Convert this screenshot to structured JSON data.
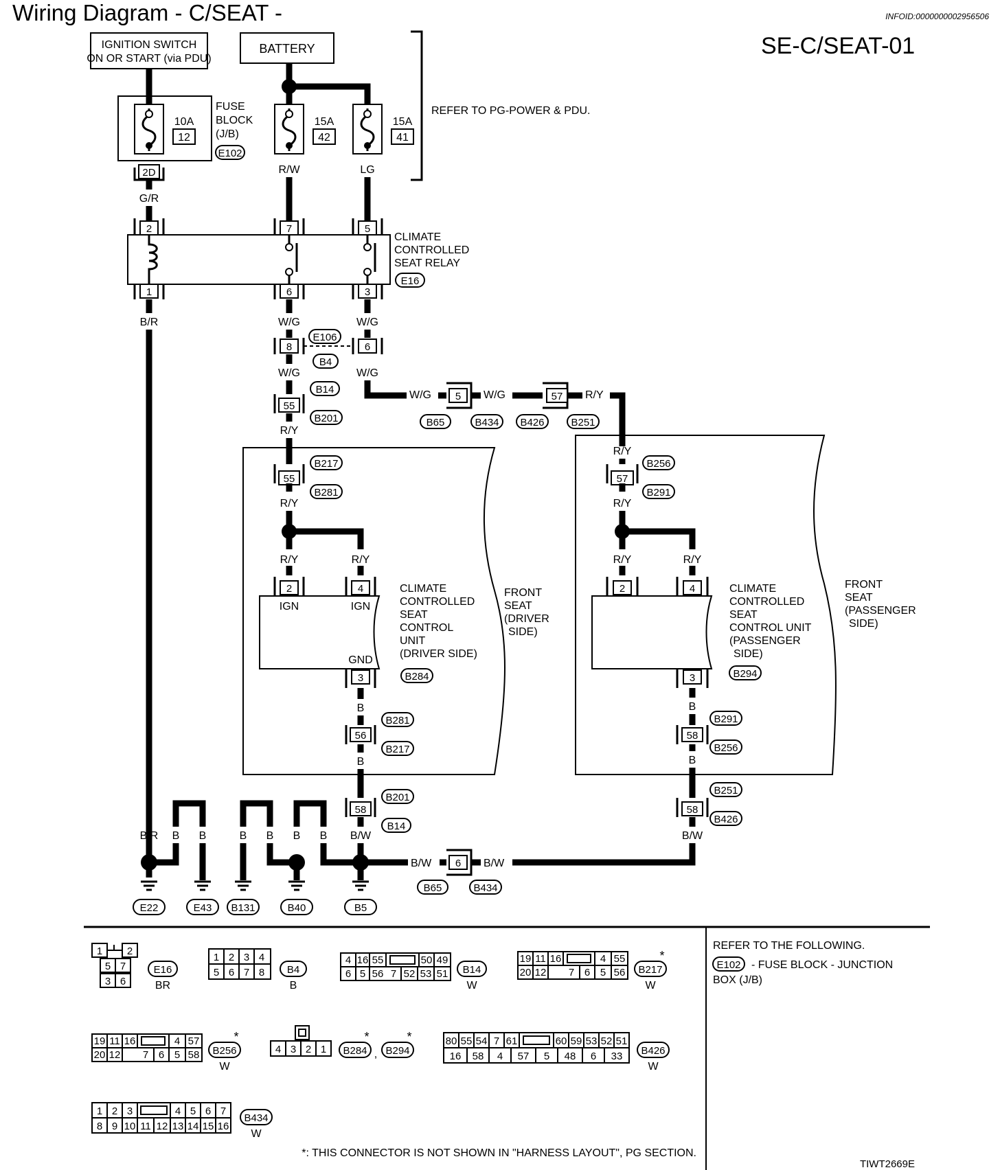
{
  "header": {
    "title": "Wiring Diagram - C/SEAT -",
    "info_id": "INFOID:0000000002956506",
    "diagram_code": "SE-C/SEAT-01",
    "image_code": "TIWT2669E"
  },
  "power": {
    "ignition_l1": "IGNITION SWITCH",
    "ignition_l2": "ON OR START (via PDU)",
    "battery": "BATTERY",
    "refer": "REFER TO PG-POWER & PDU."
  },
  "fuse_block": {
    "l1": "FUSE",
    "l2": "BLOCK",
    "l3": "(J/B)",
    "conn": "E102",
    "fuses": [
      {
        "amp": "10A",
        "num": "12"
      },
      {
        "amp": "15A",
        "num": "42"
      },
      {
        "amp": "15A",
        "num": "41"
      }
    ],
    "pin": "2D"
  },
  "relay": {
    "l1": "CLIMATE",
    "l2": "CONTROLLED",
    "l3": "SEAT RELAY",
    "conn": "E16",
    "pins_top": [
      "2",
      "7",
      "5"
    ],
    "pins_bottom": [
      "1",
      "6",
      "3"
    ]
  },
  "wires": {
    "gr": "G/R",
    "rw": "R/W",
    "lg": "LG",
    "br": "B/R",
    "wg": "W/G",
    "ry": "R/Y",
    "b": "B",
    "bw": "B/W"
  },
  "connectors": {
    "e106": "E106",
    "b4": "B4",
    "p8": "8",
    "p6": "6",
    "b14": "B14",
    "b201": "B201",
    "p55": "55",
    "b65": "B65",
    "b434": "B434",
    "b426": "B426",
    "b251": "B251",
    "p5": "5",
    "p57": "57",
    "b217": "B217",
    "b281": "B281",
    "b256": "B256",
    "b291": "B291",
    "b284": "B284",
    "b294": "B294",
    "p2": "2",
    "p4": "4",
    "p3": "3",
    "p56": "56",
    "p58": "58"
  },
  "driver_unit": {
    "ign": "IGN",
    "gnd": "GND",
    "l1": "CLIMATE",
    "l2": "CONTROLLED",
    "l3": "SEAT",
    "l4": "CONTROL",
    "l5": "UNIT",
    "l6": "(DRIVER SIDE)",
    "seat1": "FRONT",
    "seat2": "SEAT",
    "seat3": "(DRIVER",
    "seat4": "SIDE)"
  },
  "pass_unit": {
    "l1": "CLIMATE",
    "l2": "CONTROLLED",
    "l3": "SEAT",
    "l4": "CONTROL UNIT",
    "l5": "(PASSENGER",
    "l6": "SIDE)",
    "seat1": "FRONT",
    "seat2": "SEAT",
    "seat3": "(PASSENGER",
    "seat4": "SIDE)"
  },
  "grounds": [
    "E22",
    "E43",
    "B131",
    "B40",
    "B5"
  ],
  "legend": {
    "e16": {
      "name": "E16",
      "color": "BR",
      "rows": [
        [
          "1",
          "",
          "2"
        ],
        [
          "5",
          "7"
        ],
        [
          "3",
          "6"
        ]
      ]
    },
    "b4": {
      "name": "B4",
      "color": "B",
      "rows": [
        [
          "1",
          "2",
          "3",
          "4"
        ],
        [
          "5",
          "6",
          "7",
          "8"
        ]
      ]
    },
    "b14": {
      "name": "B14",
      "color": "W",
      "rows": [
        [
          "4",
          "16",
          "55",
          "",
          "50",
          "49"
        ],
        [
          "6",
          "5",
          "56",
          "7",
          "52",
          "53",
          "51"
        ]
      ]
    },
    "b217": {
      "name": "B217",
      "color": "W",
      "rows": [
        [
          "19",
          "11",
          "16",
          "",
          "4",
          "55"
        ],
        [
          "20",
          "12",
          "",
          "7",
          "6",
          "5",
          "56"
        ]
      ]
    },
    "b256": {
      "name": "B256",
      "color": "W",
      "rows": [
        [
          "19",
          "11",
          "16",
          "",
          "4",
          "57"
        ],
        [
          "20",
          "12",
          "",
          "7",
          "6",
          "5",
          "58"
        ]
      ]
    },
    "b284": {
      "name": "B284",
      "name2": "B294",
      "sep": ",",
      "rows": [
        [
          "4",
          "3",
          "2",
          "1"
        ]
      ]
    },
    "b426": {
      "name": "B426",
      "color": "W",
      "rows": [
        [
          "80",
          "55",
          "54",
          "7",
          "61",
          "",
          "60",
          "59",
          "53",
          "52",
          "51"
        ],
        [
          "16",
          "58",
          "4",
          "57",
          "5",
          "48",
          "6",
          "33"
        ]
      ]
    },
    "b434": {
      "name": "B434",
      "color": "W",
      "rows": [
        [
          "1",
          "2",
          "3",
          "",
          "4",
          "5",
          "6",
          "7"
        ],
        [
          "8",
          "9",
          "10",
          "11",
          "12",
          "13",
          "14",
          "15",
          "16"
        ]
      ]
    },
    "star": "*"
  },
  "refer_box": {
    "l1": "REFER TO THE FOLLOWING.",
    "conn": "E102",
    "l2": "- FUSE BLOCK - JUNCTION",
    "l3": "BOX (J/B)"
  },
  "footnote": "*: THIS CONNECTOR IS NOT SHOWN IN \"HARNESS LAYOUT\", PG SECTION."
}
